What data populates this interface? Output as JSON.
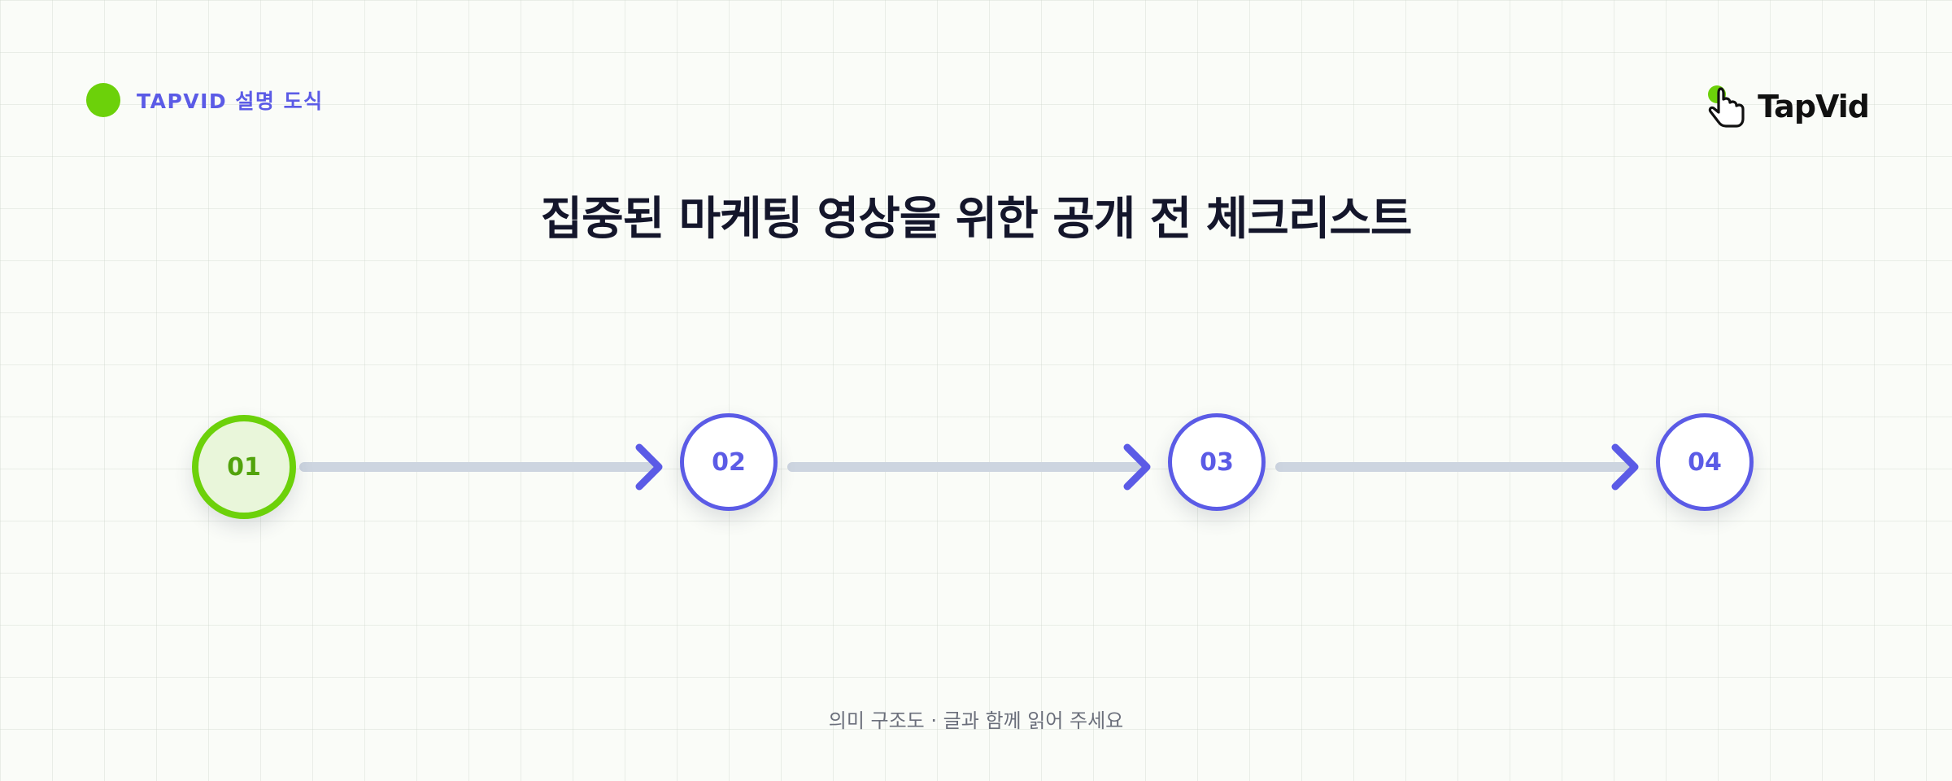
{
  "header": {
    "tag_label": "TAPVID 설명 도식",
    "logo_text": "TapVid"
  },
  "title": "집중된 마케팅 영상을 위한 공개 전 체크리스트",
  "steps": [
    {
      "label": "01",
      "state": "active"
    },
    {
      "label": "02",
      "state": "idle"
    },
    {
      "label": "03",
      "state": "idle"
    },
    {
      "label": "04",
      "state": "idle"
    }
  ],
  "footer_note": "의미 구조도 · 글과 함께 읽어 주세요",
  "colors": {
    "accent_green": "#6cd10a",
    "accent_indigo": "#5b5be6",
    "connector": "#cdd5e0",
    "title": "#14162b"
  },
  "icons": {
    "logo_mark": "pointing-hand-icon",
    "connector_head": "arrow-right-icon"
  }
}
